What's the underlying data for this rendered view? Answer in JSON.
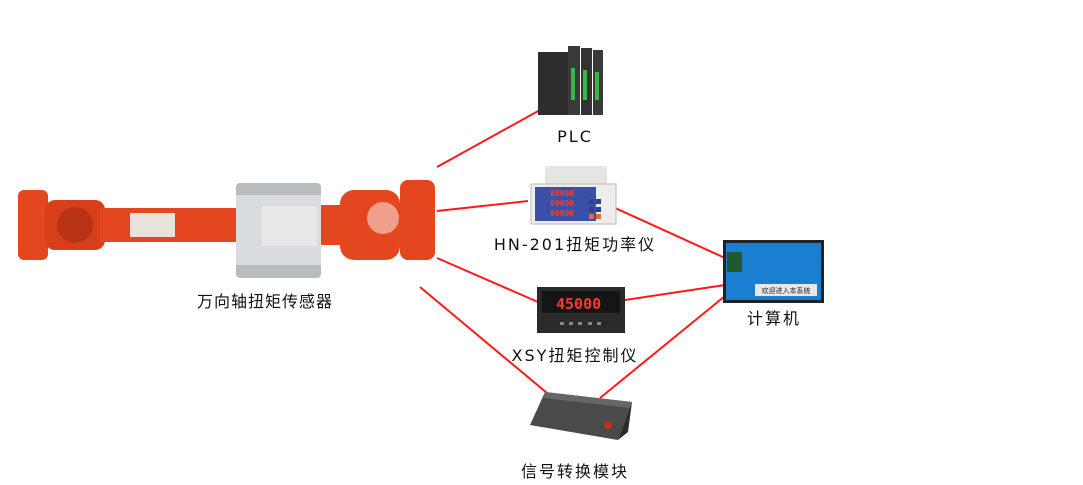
{
  "labels": {
    "sensor": "万向轴扭矩传感器",
    "plc": "PLC",
    "hn201": "HN-201扭矩功率仪",
    "computer": "计算机",
    "xsy": "XSY扭矩控制仪",
    "module": "信号转换模块"
  },
  "displays": {
    "hn201_rows": [
      "00000",
      "00000",
      "00000"
    ],
    "xsy_value": "45000",
    "computer_banner": "欢迎进入本系统"
  },
  "colors": {
    "link": "#ff1a1a",
    "sensor_body": "#e4461f",
    "screen": "#1a7fd0"
  }
}
